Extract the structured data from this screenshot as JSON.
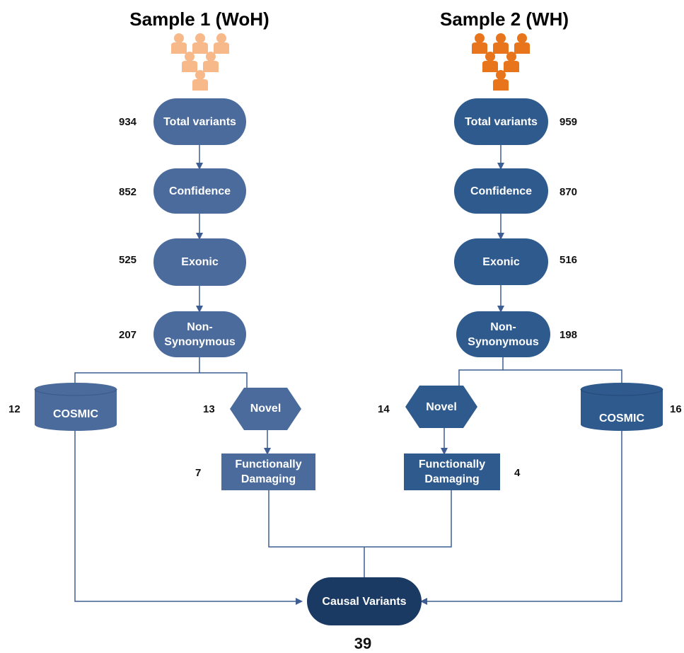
{
  "colors": {
    "sample1_people": "#f7b98a",
    "sample2_people": "#e8741b",
    "node_left": "#4a6b9c",
    "node_right": "#2e5a8e",
    "node_final": "#1b3a63",
    "connector": "#3c5e92"
  },
  "sample1": {
    "title": "Sample 1 (WoH)",
    "icon": "people-group-icon",
    "steps": [
      {
        "label": "Total variants",
        "count": "934"
      },
      {
        "label": "Confidence",
        "count": "852"
      },
      {
        "label": "Exonic",
        "count": "525"
      },
      {
        "label": "Non-Synonymous",
        "count": "207"
      }
    ],
    "cosmic": {
      "label": "COSMIC",
      "count": "12"
    },
    "novel": {
      "label": "Novel",
      "count": "13"
    },
    "functional": {
      "label": "Functionally Damaging",
      "count": "7"
    }
  },
  "sample2": {
    "title": "Sample 2 (WH)",
    "icon": "people-group-icon",
    "steps": [
      {
        "label": "Total variants",
        "count": "959"
      },
      {
        "label": "Confidence",
        "count": "870"
      },
      {
        "label": "Exonic",
        "count": "516"
      },
      {
        "label": "Non-Synonymous",
        "count": "198"
      }
    ],
    "cosmic": {
      "label": "COSMIC",
      "count": "16"
    },
    "novel": {
      "label": "Novel",
      "count": "14"
    },
    "functional": {
      "label": "Functionally Damaging",
      "count": "4"
    }
  },
  "result": {
    "label": "Causal Variants",
    "count": "39"
  }
}
